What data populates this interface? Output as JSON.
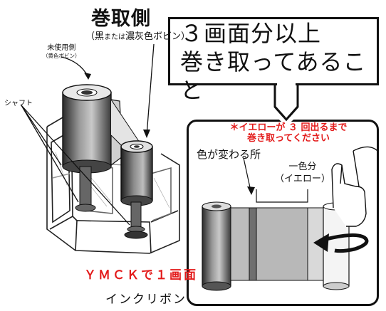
{
  "labels": {
    "winding_side": "巻取側",
    "winding_side_sub_pre": "（黒",
    "winding_side_sub_small": "または",
    "winding_side_sub_post": "濃灰色ボビン）",
    "unused_side": "未使用側",
    "unused_side_sub": "（黄色ボビン）",
    "shaft": "シャフト",
    "callout_line1": "３画面分以上",
    "callout_line2": "巻き取ってあること",
    "note_line1": "＊イエローが ３ 回出るまで",
    "note_line2": "巻き取ってください",
    "color_change": "色が変わる所",
    "one_color_line1": "一色分",
    "one_color_line2": "（イエロー）",
    "ymck": "ＹＭＣＫで１画面",
    "ink_ribbon": "インクリボン"
  },
  "colors": {
    "accent_red": "#e31b1b",
    "ink": "#111111"
  }
}
